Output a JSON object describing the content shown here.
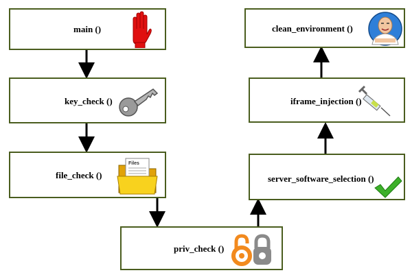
{
  "nodes": {
    "main": {
      "label": "main ()",
      "icon": "red-hand-stop-icon"
    },
    "key_check": {
      "label": "key_check ()",
      "icon": "key-icon"
    },
    "file_check": {
      "label": "file_check ()",
      "icon": "open-folder-icon"
    },
    "priv_check": {
      "label": "priv_check ()",
      "icon": "open-lock-icons"
    },
    "server_software_selection": {
      "label": "server_software_selection ()",
      "icon": "green-checkmark-icon"
    },
    "iframe_injection": {
      "label": "iframe_injection ()",
      "icon": "syringe-icon"
    },
    "clean_environment": {
      "label": "clean_environment ()",
      "icon": "mascot-cleaner-icon"
    }
  },
  "icon_text": {
    "folder_document": "Files"
  },
  "colors": {
    "box_border": "#4a5d1e",
    "arrow": "#000000",
    "hand": "#e01010",
    "lock": "#f28a1e",
    "check": "#3db02a"
  }
}
